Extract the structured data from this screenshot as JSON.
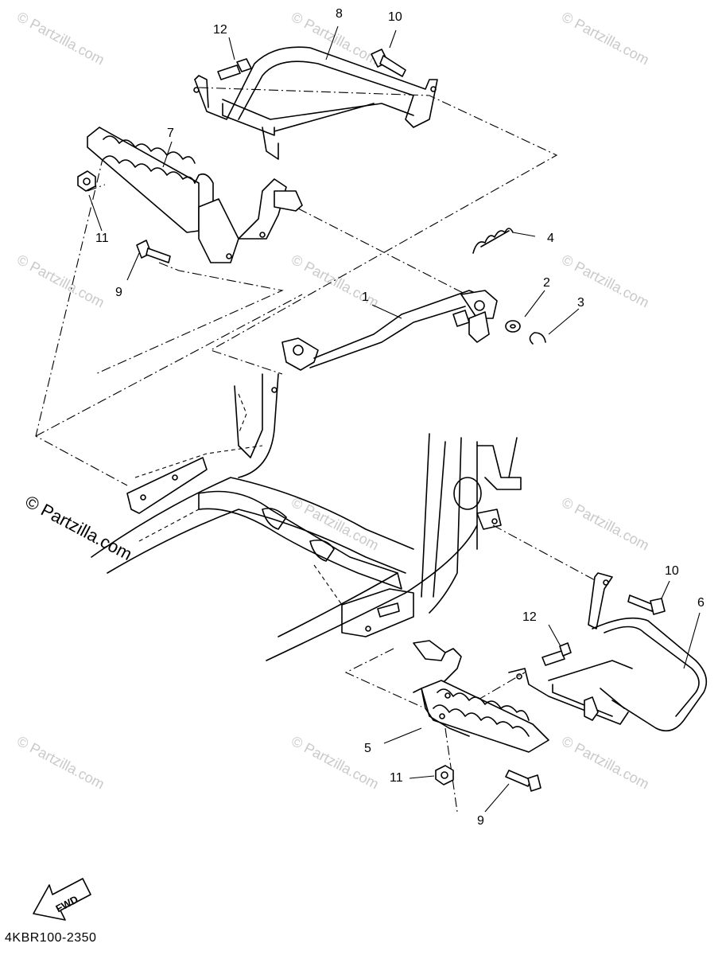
{
  "diagram": {
    "callouts": [
      {
        "id": "c1",
        "text": "1"
      },
      {
        "id": "c2",
        "text": "2"
      },
      {
        "id": "c3",
        "text": "3"
      },
      {
        "id": "c4",
        "text": "4"
      },
      {
        "id": "c5",
        "text": "5"
      },
      {
        "id": "c6",
        "text": "6"
      },
      {
        "id": "c7",
        "text": "7"
      },
      {
        "id": "c8",
        "text": "8"
      },
      {
        "id": "c9a",
        "text": "9"
      },
      {
        "id": "c9b",
        "text": "9"
      },
      {
        "id": "c10a",
        "text": "10"
      },
      {
        "id": "c10b",
        "text": "10"
      },
      {
        "id": "c11a",
        "text": "11"
      },
      {
        "id": "c11b",
        "text": "11"
      },
      {
        "id": "c12a",
        "text": "12"
      },
      {
        "id": "c12b",
        "text": "12"
      }
    ],
    "fwd_label": "FWD",
    "diagram_code": "4KBR100-2350"
  },
  "watermark": {
    "text": "© Partzilla.com"
  }
}
